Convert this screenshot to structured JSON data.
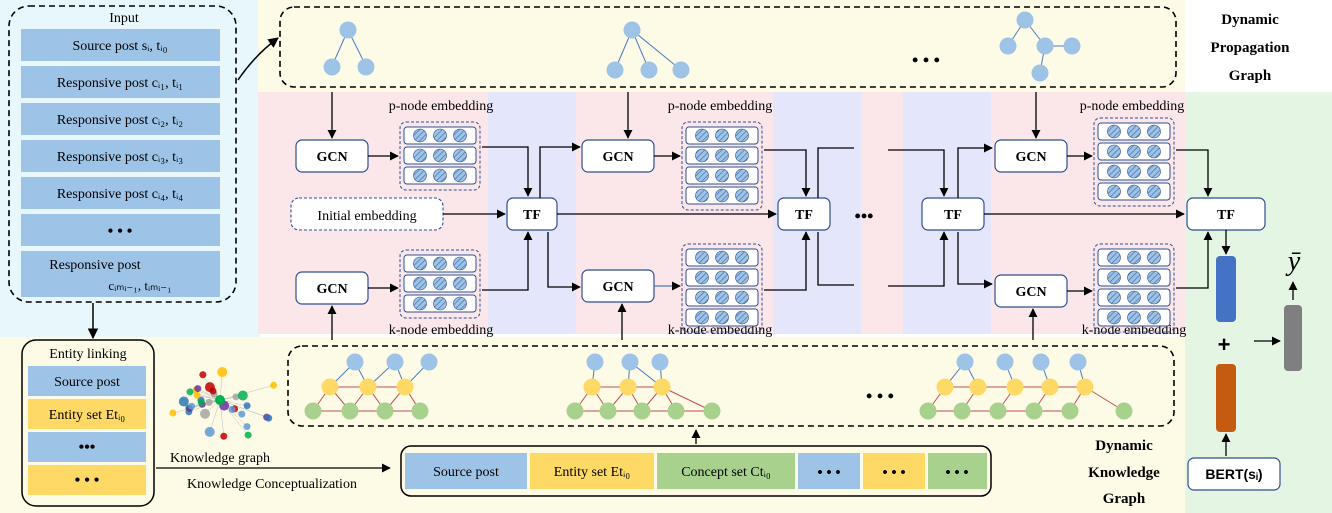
{
  "input": {
    "title": "Input",
    "rows": [
      "Source post sᵢ, tᵢ₀",
      "Responsive post cᵢ₁, tᵢ₁",
      "Responsive post cᵢ₂, tᵢ₂",
      "Responsive post cᵢ₃, tᵢ₃",
      "Responsive post cᵢ₄, tᵢ₄",
      "• • •"
    ],
    "last_row_line1": "Responsive post",
    "last_row_line2": "cᵢₘᵢ₋₁, tᵢₘᵢ₋₁"
  },
  "propagation": {
    "title_line1": "Dynamic",
    "title_line2": "Propagation",
    "title_line3": "Graph",
    "ellipsis": "• • •"
  },
  "knowledge": {
    "title_line1": "Dynamic",
    "title_line2": "Knowledge",
    "title_line3": "Graph",
    "ellipsis": "• • •"
  },
  "labels": {
    "p_node": "p-node embedding",
    "k_node": "k-node embedding",
    "gcn": "GCN",
    "tf": "TF",
    "initial": "Initial embedding",
    "mid_dots": "•••",
    "y_bar": "ȳ",
    "plus": "+",
    "bert": "BERT(sᵢ)"
  },
  "entity": {
    "title": "Entity  linking",
    "rows": [
      "Source post",
      "Entity set Etᵢ₀",
      "•••",
      "• • •"
    ]
  },
  "kg": {
    "line1": "Knowledge graph",
    "line2": "Knowledge Conceptualization"
  },
  "concept_row": [
    "Source post",
    "Entity set Etᵢ₀",
    "Concept set Ctᵢ₀",
    "• • •",
    "• • •",
    "• • •"
  ],
  "colors": {
    "cyan_bg": "#e8f7fb",
    "yellow_bg": "#fdfbe6",
    "pink_bg": "#fbe7ea",
    "lavender_bg": "#e4e6fb",
    "green_bg": "#e5f5e3",
    "row_blue": "#9dc3e6",
    "row_yellow": "#ffd966",
    "row_green": "#a9d18e",
    "node_blue": "#9dc3e6",
    "node_yellow": "#ffd966",
    "node_green": "#a9d18e",
    "box_edge": "#2f4f8f",
    "bar_blue": "#4472c4",
    "bar_orange": "#c55a11",
    "bar_gray": "#7f7f7f"
  }
}
